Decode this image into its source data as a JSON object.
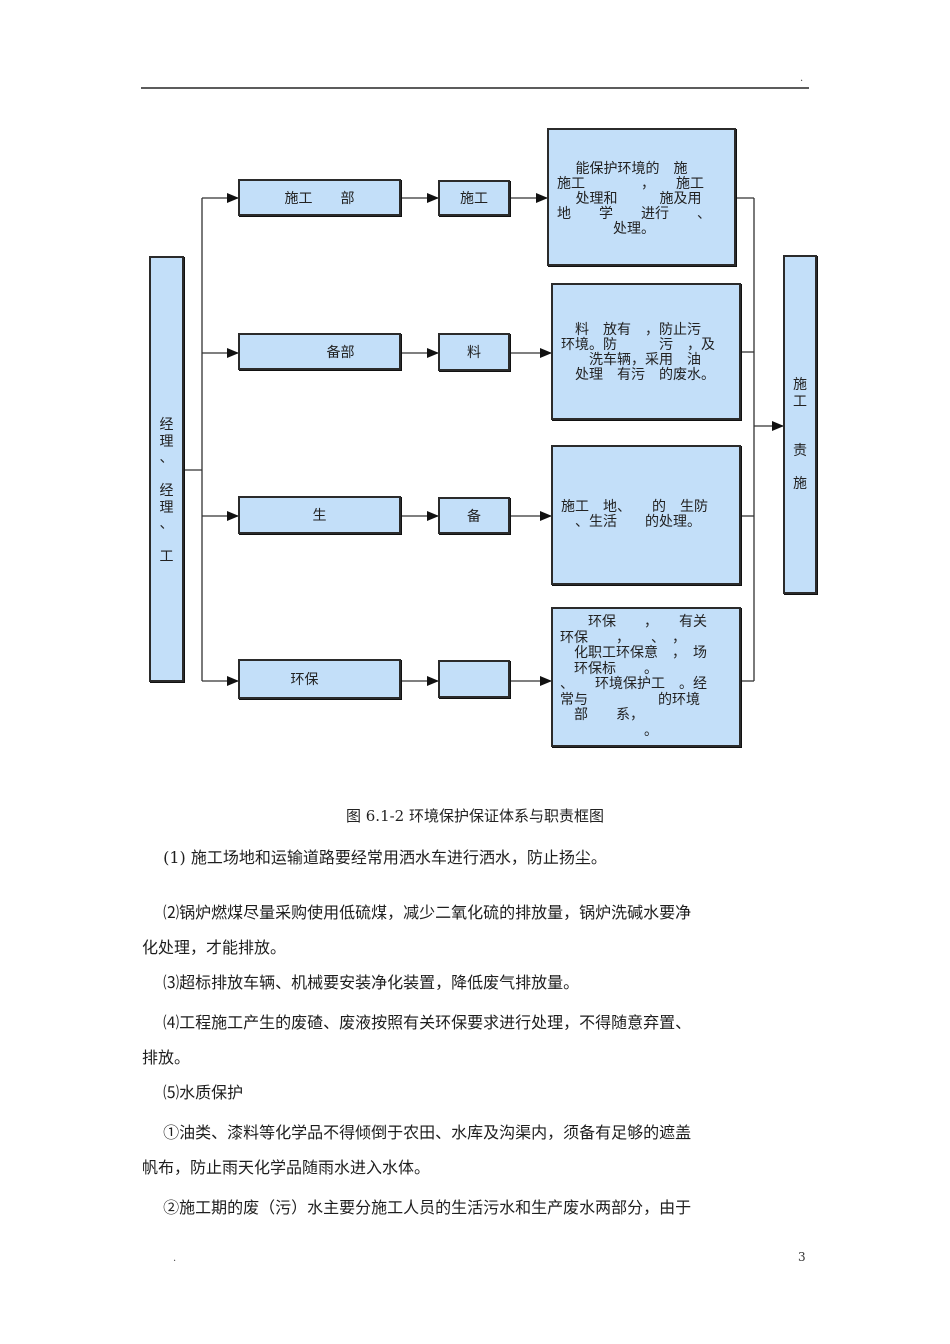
{
  "header": {
    "mark": "."
  },
  "diagram": {
    "left_box": {
      "lines": [
        "经",
        "理",
        "、",
        "",
        "经",
        "理",
        "、",
        "",
        "工"
      ]
    },
    "right_box": {
      "lines": [
        "施",
        "工",
        "",
        "",
        "责",
        "",
        "施"
      ]
    },
    "rows": [
      {
        "col1": "施工　　部",
        "col2": "施工",
        "col3": [
          "　 能保护环境的　施",
          "施工　　　　，　　施工",
          "　 处理和　　　施及用",
          "地　　学　　进行　　、",
          "　　　　处理。"
        ]
      },
      {
        "col1": "　　　备部",
        "col2": "料",
        "col3": [
          "　料　放有　，防止污",
          "环境。防　　　污　，及",
          "　　洗车辆，采用　油",
          "　处理　有污　的废水。"
        ]
      },
      {
        "col1": "生",
        "col2": "备",
        "col3": [
          "施工　地、　　的　生防",
          "　、生活　　的处理。"
        ]
      },
      {
        "col1": "环保",
        "col2": "",
        "col3": [
          "　　环保　　，　　有关",
          "环保　　，　　、　，",
          "　化职工环保意　，　场",
          "　环保标　　。",
          "、　　环境保护工　。经",
          "常与　　　　　的环境",
          "　部　　系，",
          "　　　　　　。"
        ]
      }
    ],
    "caption": "图 6.1-2 环境保护保证体系与职责框图"
  },
  "body": {
    "paragraphs": [
      "　 (1) 施工场地和运输道路要经常用洒水车进行洒水，防止扬尘。",
      "　 ⑵锅炉燃煤尽量采购使用低硫煤，减少二氧化硫的排放量，锅炉洗碱水要净",
      "化处理，才能排放。",
      "　 ⑶超标排放车辆、机械要安装净化装置，降低废气排放量。",
      "　 ⑷工程施工产生的废碴、废液按照有关环保要求进行处理，不得随意弃置、",
      "排放。",
      "　 ⑸水质保护",
      "　 ①油类、漆料等化学品不得倾倒于农田、水库及沟渠内，须备有足够的遮盖",
      "帆布，防止雨天化学品随雨水进入水体。",
      "　 ②施工期的废（污）水主要分施工人员的生活污水和生产废水两部分，由于"
    ]
  },
  "footer": {
    "mark": ".",
    "page_number": "3"
  },
  "colors": {
    "box_fill": "#c3dff9",
    "box_border": "#2b2b2b",
    "rule": "#5c5c5c"
  }
}
